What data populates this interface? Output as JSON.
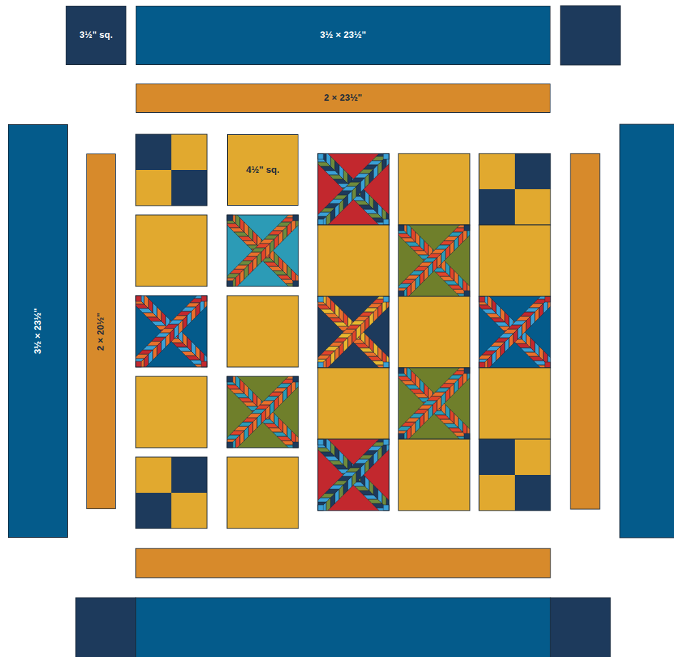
{
  "diagram": {
    "nodes": [
      {
        "text": [
          "3½\" sq."
        ]
      },
      {
        "text": [
          "3½ × 23½\""
        ]
      },
      {
        "text": [
          "2 × 23½\""
        ]
      },
      {
        "text": [
          "3½ × 23½\""
        ]
      },
      {
        "text": [
          "2 × 20½\""
        ]
      },
      {
        "text": [
          "4½\" sq."
        ]
      }
    ]
  }
}
